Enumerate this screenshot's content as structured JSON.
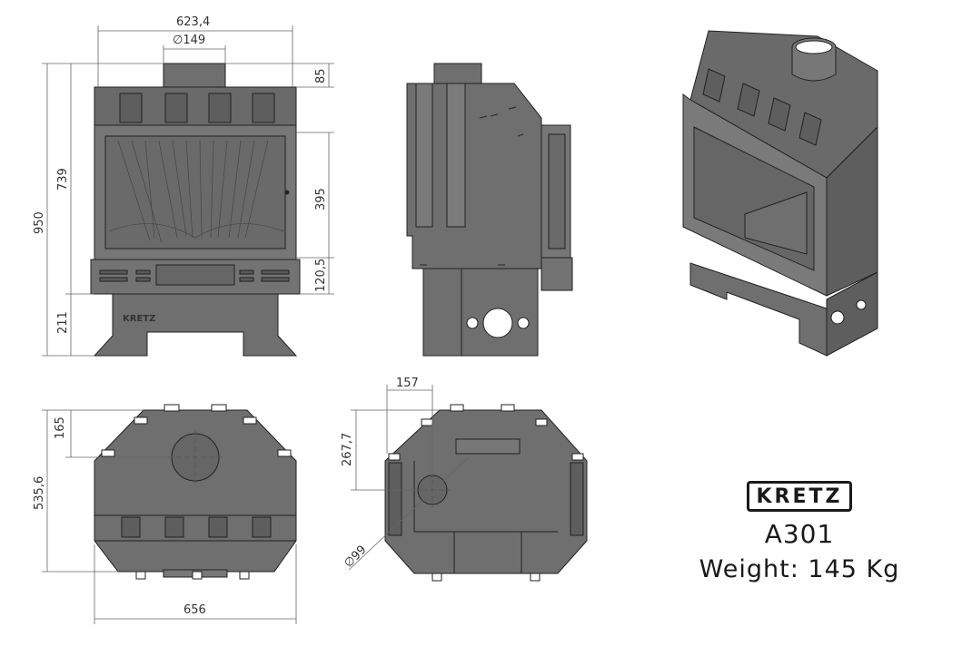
{
  "colors": {
    "steel": "#6f6f6f",
    "steel_dark": "#5e5e5e",
    "steel_light": "#8a8a8a",
    "outline": "#222222",
    "dimension_line": "#666666",
    "text": "#1a1a1a"
  },
  "dimensions": {
    "front_width": "623,4",
    "flue_diameter": "∅149",
    "top_height": "85",
    "total_height": "950",
    "body_height": "739",
    "glass_height": "395",
    "ashbox_height": "120,5",
    "leg_height": "211",
    "top_depth": "165",
    "overall_depth": "535,6",
    "bottom_width": "656",
    "rear_offset_x": "157",
    "rear_offset_y": "267,7",
    "air_inlet_diameter": "∅99"
  },
  "legend": {
    "brand": "KRETZ",
    "model": "A301",
    "weight": "Weight: 145 Kg"
  }
}
